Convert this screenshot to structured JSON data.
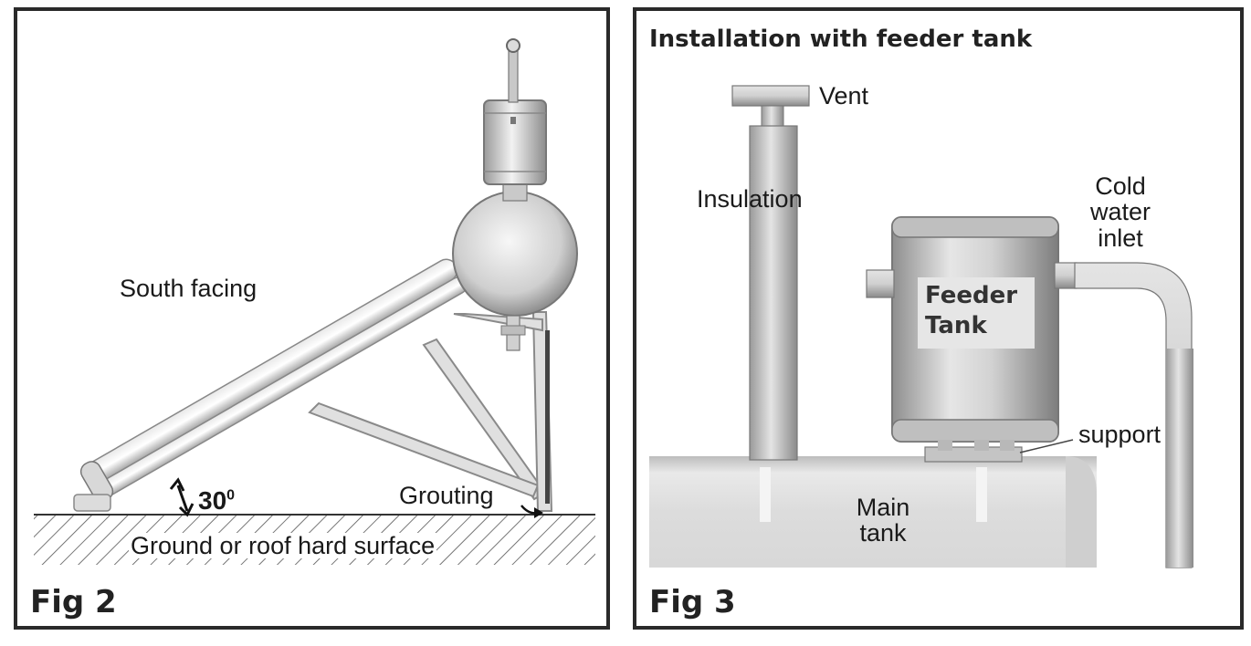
{
  "fig2": {
    "caption": "Fig 2",
    "south_facing": "South facing",
    "angle_value": "30",
    "angle_unit": "0",
    "grouting": "Grouting",
    "ground": "Ground or roof hard surface"
  },
  "fig3": {
    "caption": "Fig 3",
    "title": "Installation with feeder tank",
    "vent": "Vent",
    "insulation": "Insulation",
    "cold_line1": "Cold",
    "cold_line2": "water",
    "cold_line3": "inlet",
    "feeder_line1": "Feeder",
    "feeder_line2": "Tank",
    "support": "support",
    "main_line1": "Main",
    "main_line2": "tank"
  }
}
